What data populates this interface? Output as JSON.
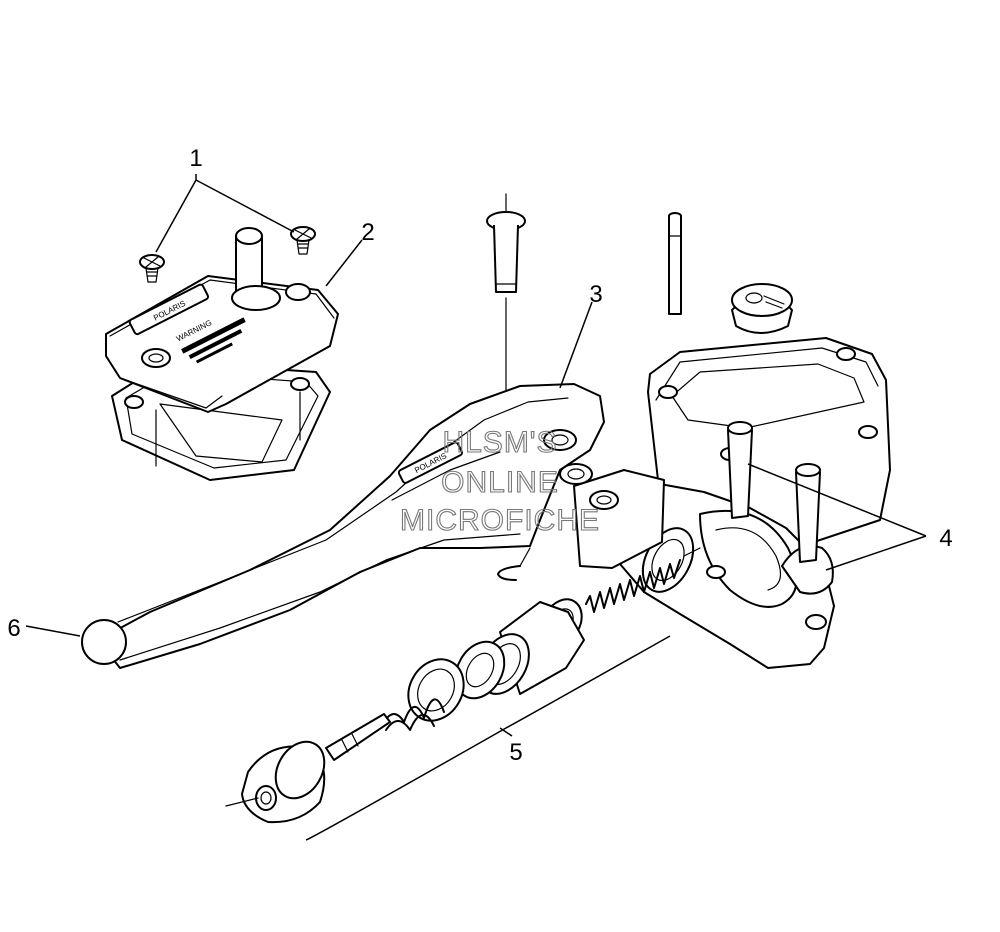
{
  "callouts": [
    "1",
    "2",
    "3",
    "4",
    "5",
    "6"
  ],
  "decals": {
    "brand": "POLARIS",
    "warning": "WARNING",
    "lever_brand": "POLARIS"
  },
  "watermark": [
    "HLSM'S",
    "ONLINE",
    "MICROFICHE"
  ]
}
